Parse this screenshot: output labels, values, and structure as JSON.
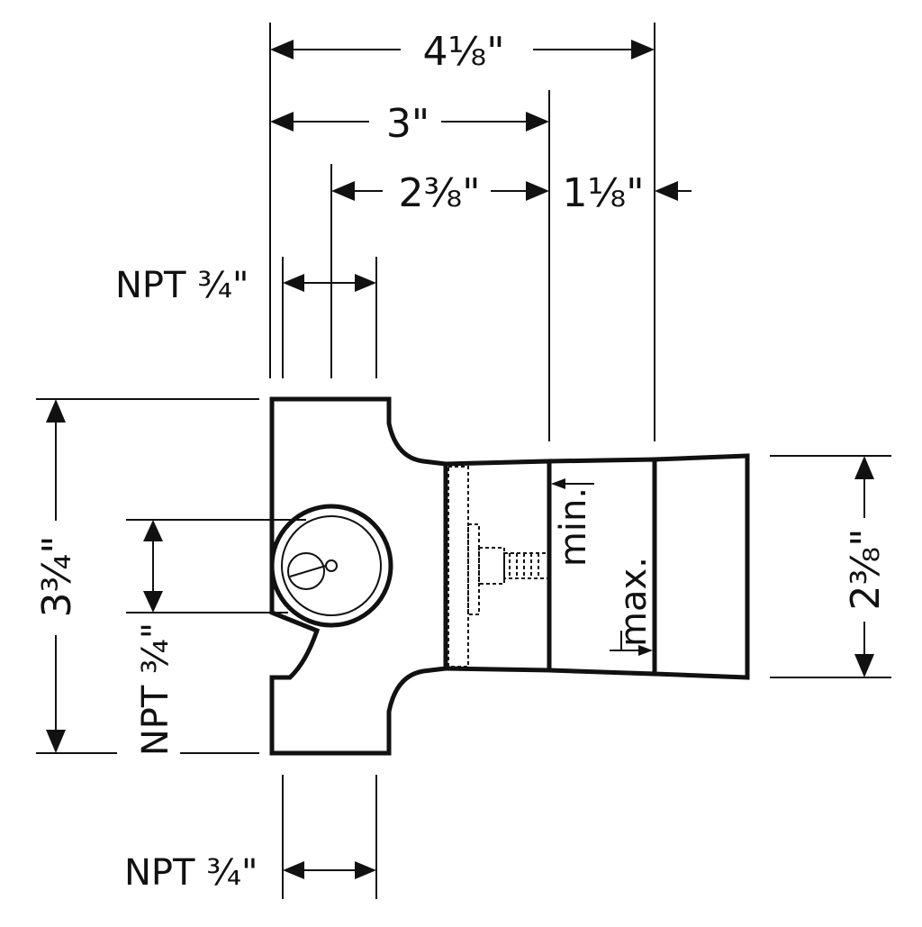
{
  "dimensions": {
    "overall_width": "4⅛\"",
    "body_to_stop": "3\"",
    "center_to_stop": "2⅜\"",
    "stop_to_end": "1⅛\"",
    "height": "3¾\"",
    "outlet_height": "2⅜\""
  },
  "labels": {
    "npt_top": "NPT ¾\"",
    "npt_side": "NPT ¾\"",
    "npt_bottom": "NPT ¾\"",
    "min": "min.",
    "max": "max."
  },
  "colors": {
    "ink": "#111111",
    "background": "#ffffff"
  }
}
